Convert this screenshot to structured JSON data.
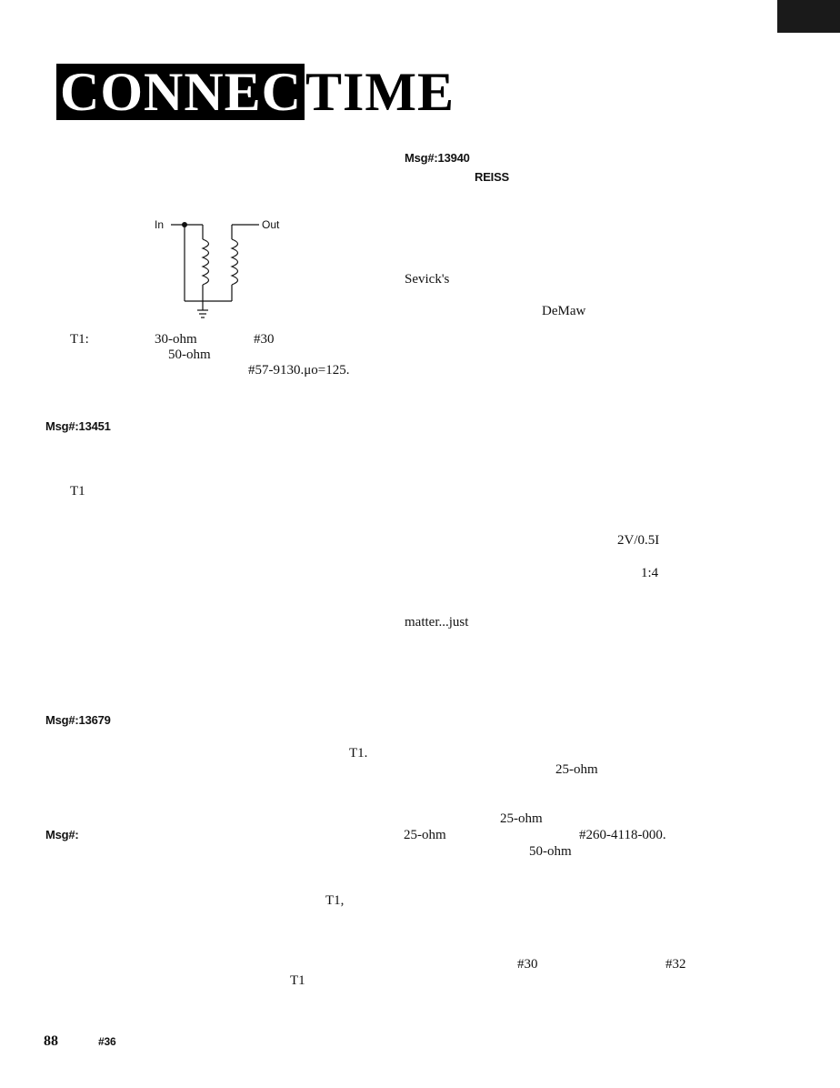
{
  "masthead": {
    "reversed": "CONNEC",
    "normal": "TIME"
  },
  "schematic": {
    "input_label": "In",
    "output_label": "Out"
  },
  "fragments": [
    {
      "id": "msg-13940",
      "text": "Msg#:13940"
    },
    {
      "id": "reiss",
      "text": "REISS"
    },
    {
      "id": "sevicks",
      "text": "Sevick's"
    },
    {
      "id": "demaw",
      "text": "DeMaw"
    },
    {
      "id": "t1-caption",
      "text": "T1:"
    },
    {
      "id": "ohm-30",
      "text": "30-ohm"
    },
    {
      "id": "wire-30",
      "text": "#30"
    },
    {
      "id": "ohm-50-a",
      "text": "50-ohm"
    },
    {
      "id": "core-part",
      "text": "#57-9130.μo=125."
    },
    {
      "id": "msg-13451",
      "text": "Msg#:13451"
    },
    {
      "id": "t1-a",
      "text": "T1"
    },
    {
      "id": "ratio-2v",
      "text": "2V/0.5I"
    },
    {
      "id": "ratio-14",
      "text": "1:4"
    },
    {
      "id": "matter-just",
      "text": "matter...just"
    },
    {
      "id": "msg-13679",
      "text": "Msg#:13679"
    },
    {
      "id": "t1-b",
      "text": "T1."
    },
    {
      "id": "ohm-25-a",
      "text": "25-ohm"
    },
    {
      "id": "ohm-25-b",
      "text": "25-ohm"
    },
    {
      "id": "msg-blank",
      "text": "Msg#:"
    },
    {
      "id": "ohm-25-c",
      "text": "25-ohm"
    },
    {
      "id": "part-260",
      "text": "#260-4118-000."
    },
    {
      "id": "ohm-50-b",
      "text": "50-ohm"
    },
    {
      "id": "t1-c",
      "text": "T1,"
    },
    {
      "id": "wire-30-b",
      "text": "#30"
    },
    {
      "id": "wire-32",
      "text": "#32"
    },
    {
      "id": "t1-d",
      "text": "T1"
    }
  ],
  "footer": {
    "page_number": "88",
    "issue": "#36"
  }
}
